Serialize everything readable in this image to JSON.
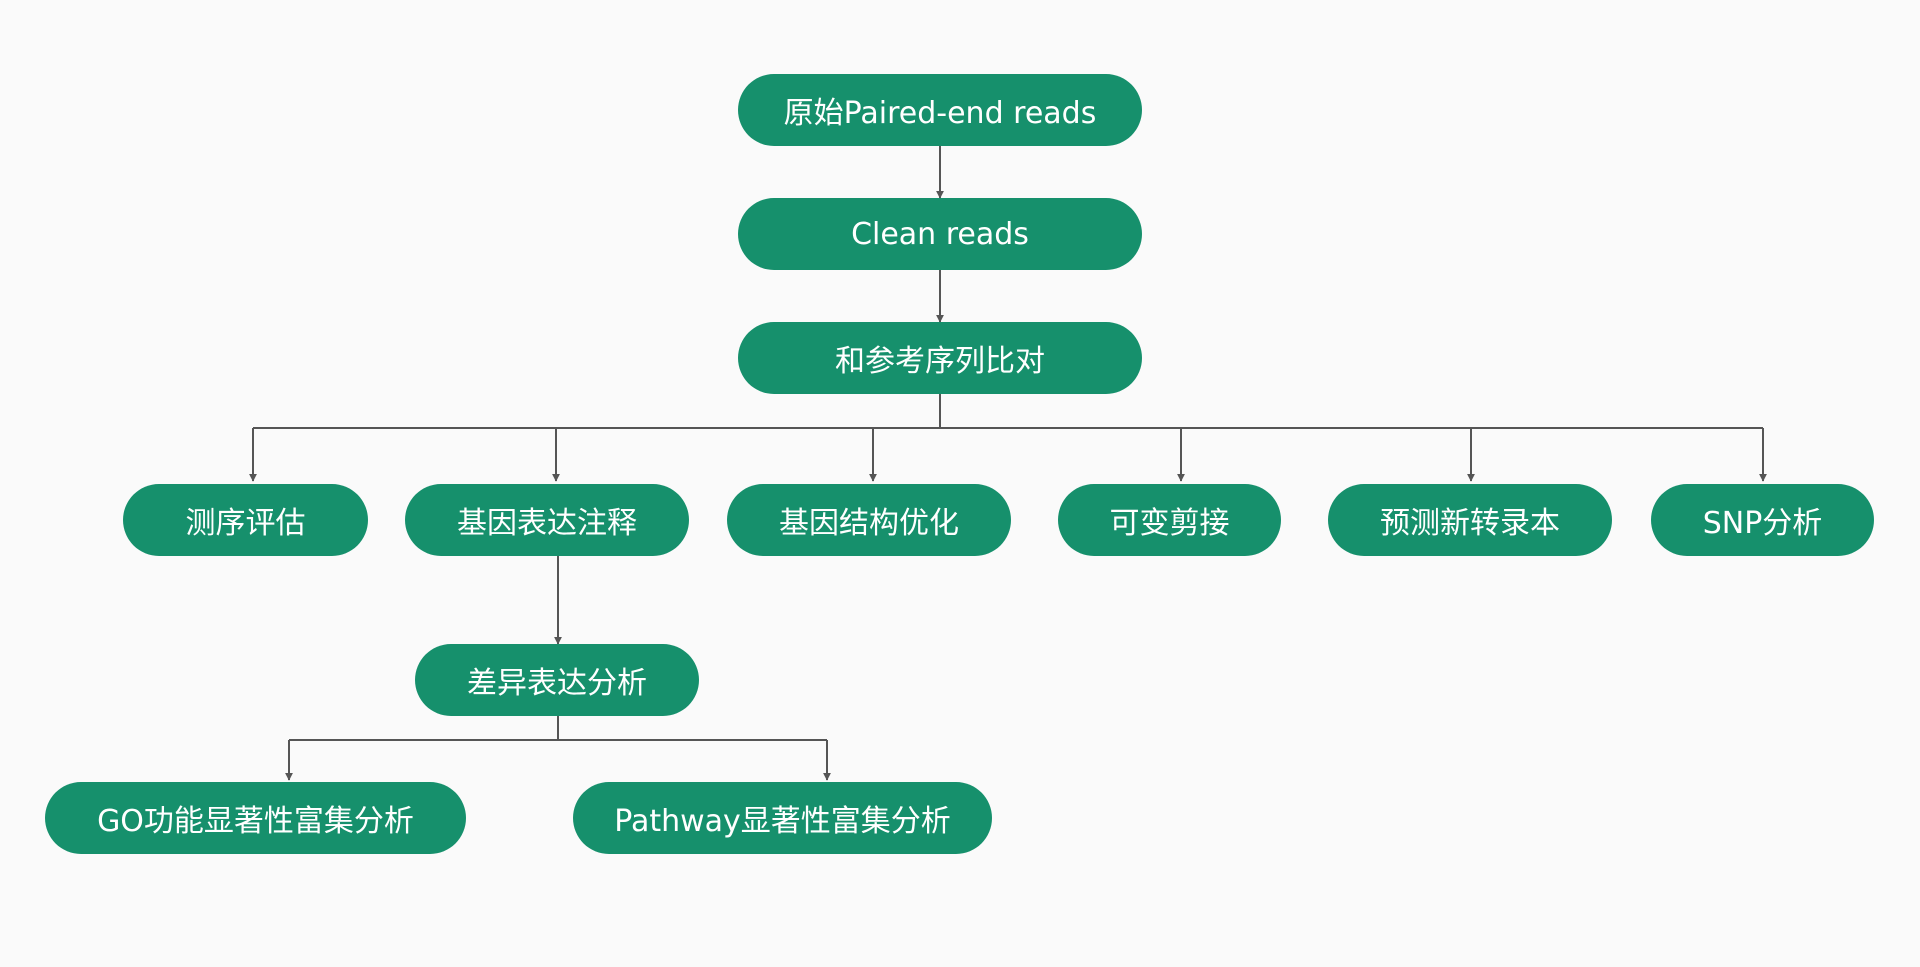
{
  "flow": {
    "raw_reads": "原始Paired-end reads",
    "clean_reads": "Clean reads",
    "alignment": "和参考序列比对",
    "branches": {
      "seq_eval": "测序评估",
      "gene_expr": "基因表达注释",
      "gene_struct": "基因结构优化",
      "alt_splice": "可变剪接",
      "novel_transcripts": "预测新转录本",
      "snp": "SNP分析"
    },
    "diff_expr": "差异表达分析",
    "go_enrichment": "GO功能显著性富集分析",
    "pathway_enrichment": "Pathway显著性富集分析"
  },
  "colors": {
    "node_fill": "#16906c",
    "node_text": "#ffffff",
    "connector": "#555555",
    "background": "#fafafa"
  }
}
